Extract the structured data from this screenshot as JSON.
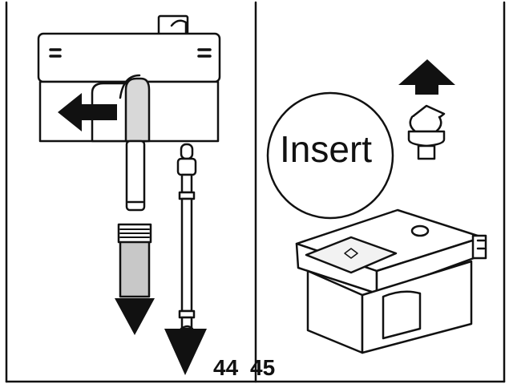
{
  "right_panel": {
    "callout_text": "Insert"
  },
  "step_numbers": {
    "left": "44",
    "right": "45"
  },
  "colors": {
    "line": "#111111",
    "fill_gray": "#c8c8c8",
    "background": "#ffffff"
  },
  "icons": [
    "arrow-left-icon",
    "arrow-down-icon",
    "arrow-up-icon",
    "knob-icon"
  ]
}
